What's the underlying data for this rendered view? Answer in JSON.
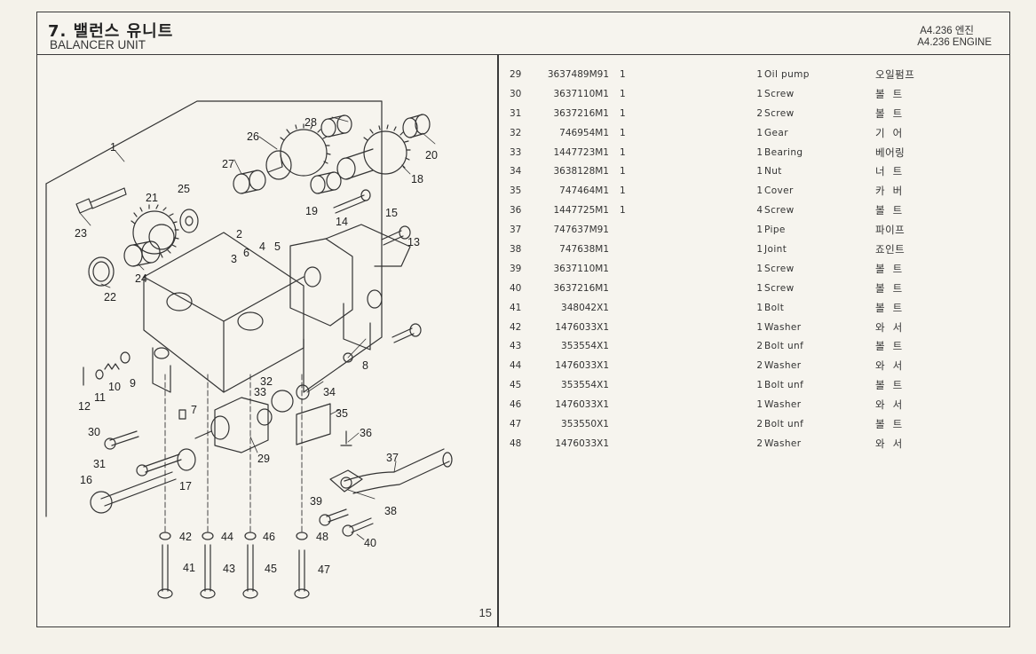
{
  "header": {
    "title_ko": "7. 밸런스 유니트",
    "title_en": "BALANCER UNIT",
    "engine_ko": "A4.236 엔진",
    "engine_en": "A4.236 ENGINE"
  },
  "page_number": "15",
  "diagram": {
    "callouts": [
      "1",
      "2",
      "3",
      "4",
      "5",
      "6",
      "7",
      "8",
      "9",
      "10",
      "11",
      "12",
      "13",
      "14",
      "15",
      "16",
      "17",
      "18",
      "19",
      "20",
      "21",
      "22",
      "23",
      "24",
      "25",
      "26",
      "27",
      "28",
      "29",
      "30",
      "31",
      "32",
      "33",
      "34",
      "35",
      "36",
      "37",
      "38",
      "39",
      "40",
      "41",
      "42",
      "43",
      "44",
      "45",
      "46",
      "47",
      "48"
    ]
  },
  "parts": [
    {
      "ref": "29",
      "part_no": "3637489M91",
      "qty1": "1",
      "qty2": "1",
      "desc": "Oil pump",
      "ko": "오일펌프"
    },
    {
      "ref": "30",
      "part_no": "3637110M1",
      "qty1": "1",
      "qty2": "1",
      "desc": "Screw",
      "ko": "볼트"
    },
    {
      "ref": "31",
      "part_no": "3637216M1",
      "qty1": "1",
      "qty2": "2",
      "desc": "Screw",
      "ko": "볼트"
    },
    {
      "ref": "32",
      "part_no": "746954M1",
      "qty1": "1",
      "qty2": "1",
      "desc": "Gear",
      "ko": "기어"
    },
    {
      "ref": "33",
      "part_no": "1447723M1",
      "qty1": "1",
      "qty2": "1",
      "desc": "Bearing",
      "ko": "베어링"
    },
    {
      "ref": "34",
      "part_no": "3638128M1",
      "qty1": "1",
      "qty2": "1",
      "desc": "Nut",
      "ko": "너트"
    },
    {
      "ref": "35",
      "part_no": "747464M1",
      "qty1": "1",
      "qty2": "1",
      "desc": "Cover",
      "ko": "카버"
    },
    {
      "ref": "36",
      "part_no": "1447725M1",
      "qty1": "1",
      "qty2": "4",
      "desc": "Screw",
      "ko": "볼트"
    },
    {
      "ref": "37",
      "part_no": "747637M91",
      "qty1": "",
      "qty2": "1",
      "desc": "Pipe",
      "ko": "파이프"
    },
    {
      "ref": "38",
      "part_no": "747638M1",
      "qty1": "",
      "qty2": "1",
      "desc": "Joint",
      "ko": "죠인트"
    },
    {
      "ref": "39",
      "part_no": "3637110M1",
      "qty1": "",
      "qty2": "1",
      "desc": "Screw",
      "ko": "볼트"
    },
    {
      "ref": "40",
      "part_no": "3637216M1",
      "qty1": "",
      "qty2": "1",
      "desc": "Screw",
      "ko": "볼트"
    },
    {
      "ref": "41",
      "part_no": "348042X1",
      "qty1": "",
      "qty2": "1",
      "desc": "Bolt",
      "ko": "볼트"
    },
    {
      "ref": "42",
      "part_no": "1476033X1",
      "qty1": "",
      "qty2": "1",
      "desc": "Washer",
      "ko": "와서"
    },
    {
      "ref": "43",
      "part_no": "353554X1",
      "qty1": "",
      "qty2": "2",
      "desc": "Bolt unf",
      "ko": "볼트"
    },
    {
      "ref": "44",
      "part_no": "1476033X1",
      "qty1": "",
      "qty2": "2",
      "desc": "Washer",
      "ko": "와서"
    },
    {
      "ref": "45",
      "part_no": "353554X1",
      "qty1": "",
      "qty2": "1",
      "desc": "Bolt unf",
      "ko": "볼트"
    },
    {
      "ref": "46",
      "part_no": "1476033X1",
      "qty1": "",
      "qty2": "1",
      "desc": "Washer",
      "ko": "와서"
    },
    {
      "ref": "47",
      "part_no": "353550X1",
      "qty1": "",
      "qty2": "2",
      "desc": "Bolt unf",
      "ko": "볼트"
    },
    {
      "ref": "48",
      "part_no": "1476033X1",
      "qty1": "",
      "qty2": "2",
      "desc": "Washer",
      "ko": "와서"
    }
  ]
}
